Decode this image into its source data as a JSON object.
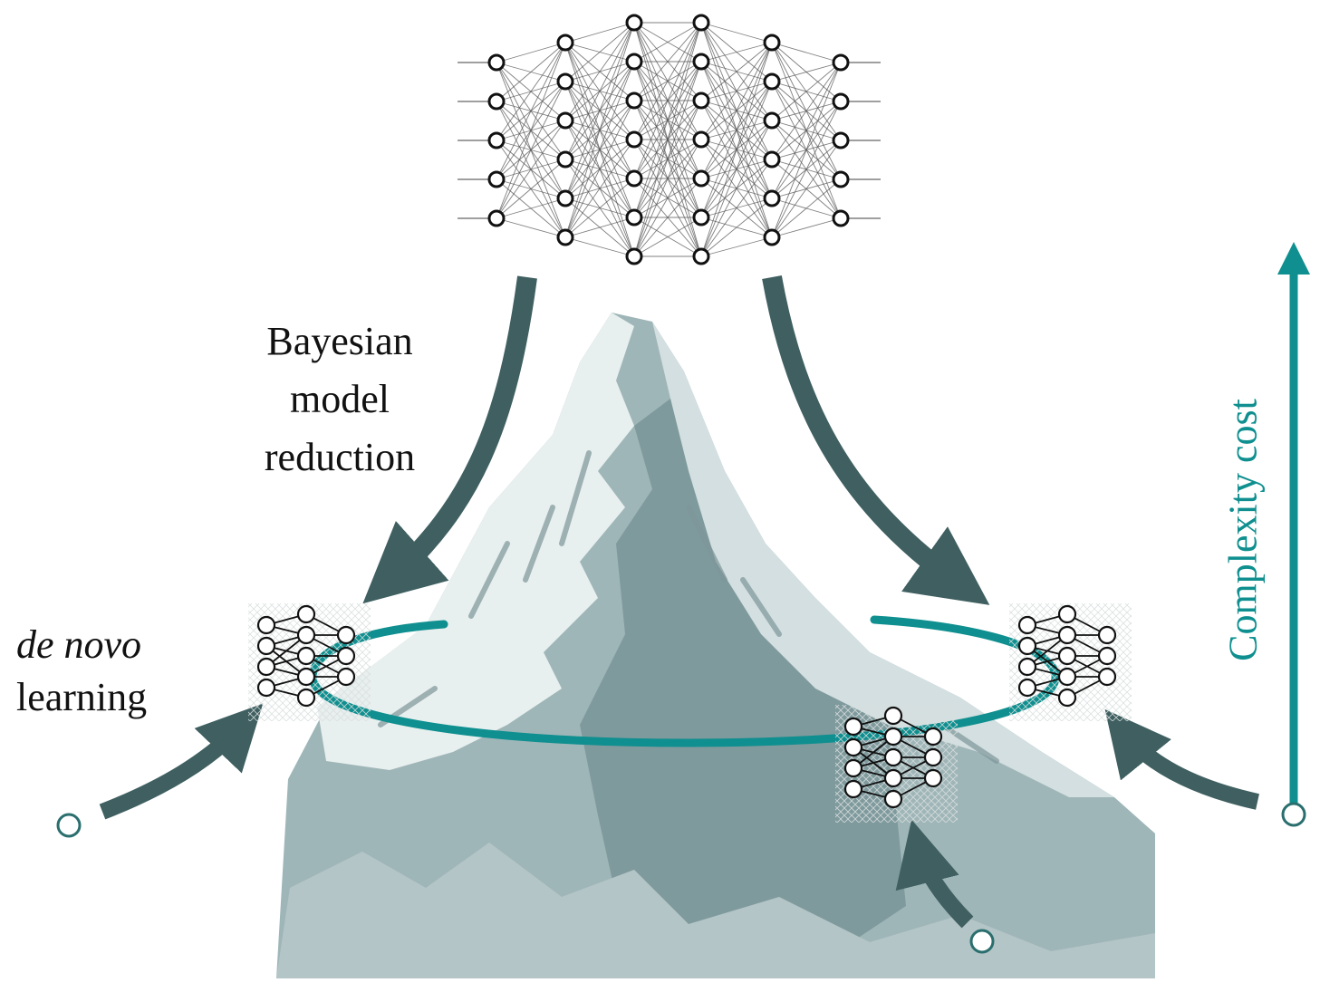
{
  "labels": {
    "reduction_line1": "Bayesian",
    "reduction_line2": "model",
    "reduction_line3": "reduction",
    "denovo_line1": "de novo",
    "denovo_line2": "learning",
    "complexity": "Complexity cost"
  },
  "colors": {
    "teal": "#0f8f8f",
    "arrow": "#3f5f60",
    "mountain_dark": "#8fa9ab",
    "mountain_light": "#e6eeee",
    "node_stroke": "#111111"
  },
  "icons": [
    "large-neural-network-icon",
    "small-neural-network-icon",
    "mountain-illustration",
    "start-node-icon"
  ]
}
